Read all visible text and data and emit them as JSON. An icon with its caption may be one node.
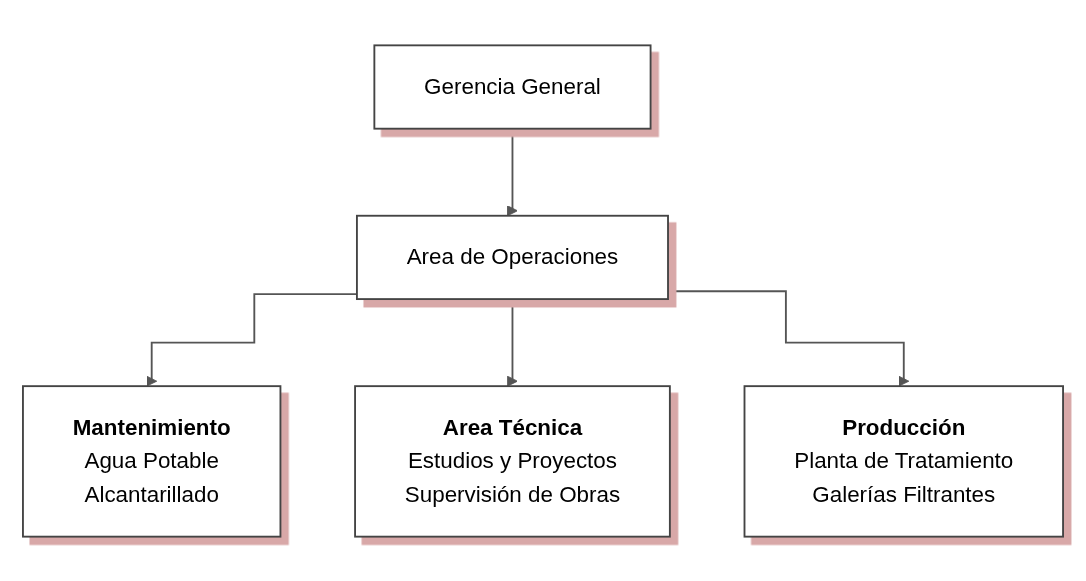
{
  "diagram": {
    "nodes": [
      {
        "text": [
          "Gerencia General"
        ]
      },
      {
        "text": [
          "Area de Operaciones"
        ]
      },
      {
        "text": [
          "Mantenimiento",
          "Agua Potable",
          "Alcantarillado"
        ]
      },
      {
        "text": [
          "Area Técnica",
          "Estudios y Proyectos",
          "Supervisión de Obras"
        ]
      },
      {
        "text": [
          "Producción",
          "Planta de Tratamiento",
          "Galerías Filtrantes"
        ]
      }
    ],
    "edges": [
      {
        "from": 0,
        "to": 1,
        "arrow": "to"
      },
      {
        "from": 1,
        "to": 2,
        "arrow": "to"
      },
      {
        "from": 1,
        "to": 3,
        "arrow": "to"
      },
      {
        "from": 1,
        "to": 4,
        "arrow": "to"
      }
    ]
  }
}
